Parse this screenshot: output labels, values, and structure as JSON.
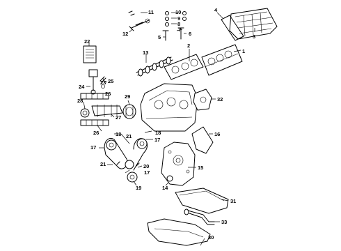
{
  "callouts": [
    "1",
    "2",
    "3",
    "4",
    "5",
    "6",
    "7",
    "8",
    "9",
    "10",
    "11",
    "12",
    "13",
    "14",
    "15",
    "16",
    "17",
    "18",
    "19",
    "20",
    "21",
    "22",
    "23",
    "24",
    "25",
    "26",
    "27",
    "28",
    "29",
    "30",
    "31",
    "32",
    "33"
  ],
  "callout_repeats": {
    "part_17": [
      "17",
      "17",
      "17"
    ],
    "part_18": [
      "18",
      "18"
    ],
    "part_21": [
      "21",
      "21"
    ],
    "part_26": [
      "26",
      "26"
    ]
  }
}
